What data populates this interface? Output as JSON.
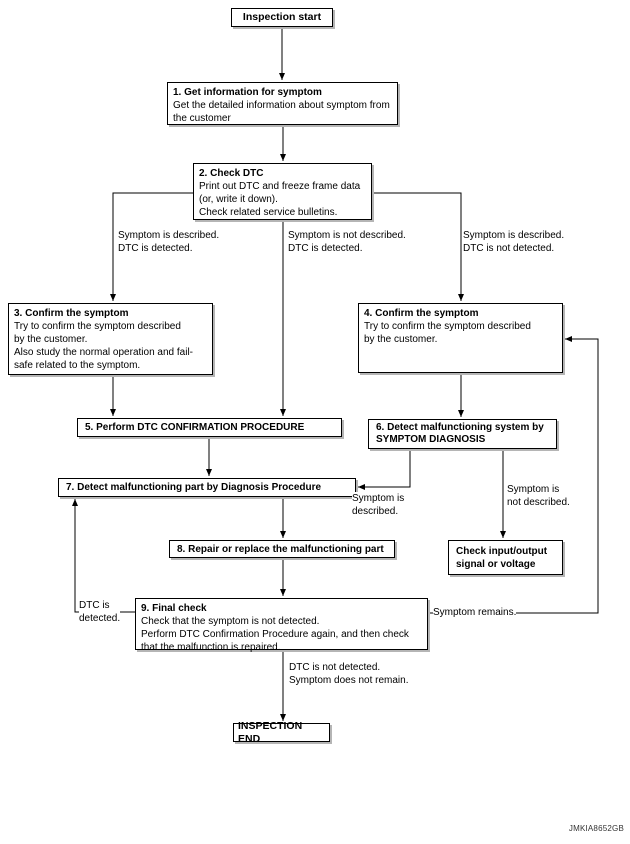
{
  "watermark": "JMKIA8652GB",
  "nodes": {
    "start": {
      "label": "Inspection start"
    },
    "step1": {
      "title": "1. Get information for symptom",
      "body": "Get the detailed information about symptom from\nthe customer"
    },
    "step2": {
      "title": "2. Check DTC",
      "body": "Print out DTC and freeze frame data\n(or, write it down).\nCheck related service bulletins."
    },
    "step3": {
      "title": "3. Confirm the symptom",
      "body": "Try to confirm the symptom described\nby the customer.\nAlso study the normal operation and fail-\nsafe related to the symptom."
    },
    "step4": {
      "title": "4. Confirm the symptom",
      "body": "Try to confirm the symptom described\nby the customer."
    },
    "step5": {
      "label": "5. Perform DTC CONFIRMATION PROCEDURE"
    },
    "step6": {
      "label": "6. Detect malfunctioning system by\nSYMPTOM DIAGNOSIS"
    },
    "step7": {
      "label": "7. Detect malfunctioning part by Diagnosis Procedure"
    },
    "step8": {
      "label": "8. Repair or replace the malfunctioning part"
    },
    "step9": {
      "title": "9. Final check",
      "body": "Check that the symptom is not detected.\nPerform DTC Confirmation Procedure again, and then check\nthat the malfunction is repaired."
    },
    "check_io": {
      "label": "Check input/output\nsignal or voltage"
    },
    "end": {
      "label": "INSPECTION END"
    }
  },
  "edge_labels": {
    "branch_left": "Symptom is described.\nDTC is detected.",
    "branch_middle": "Symptom is not described.\nDTC is detected.",
    "branch_right": "Symptom is described.\nDTC is not detected.",
    "symptom_described": "Symptom is\ndescribed.",
    "symptom_not_described": "Symptom is\nnot described.",
    "dtc_detected": "DTC is\ndetected.",
    "symptom_remains": "Symptom remains.",
    "to_end": "DTC is not detected.\nSymptom does not remain."
  }
}
